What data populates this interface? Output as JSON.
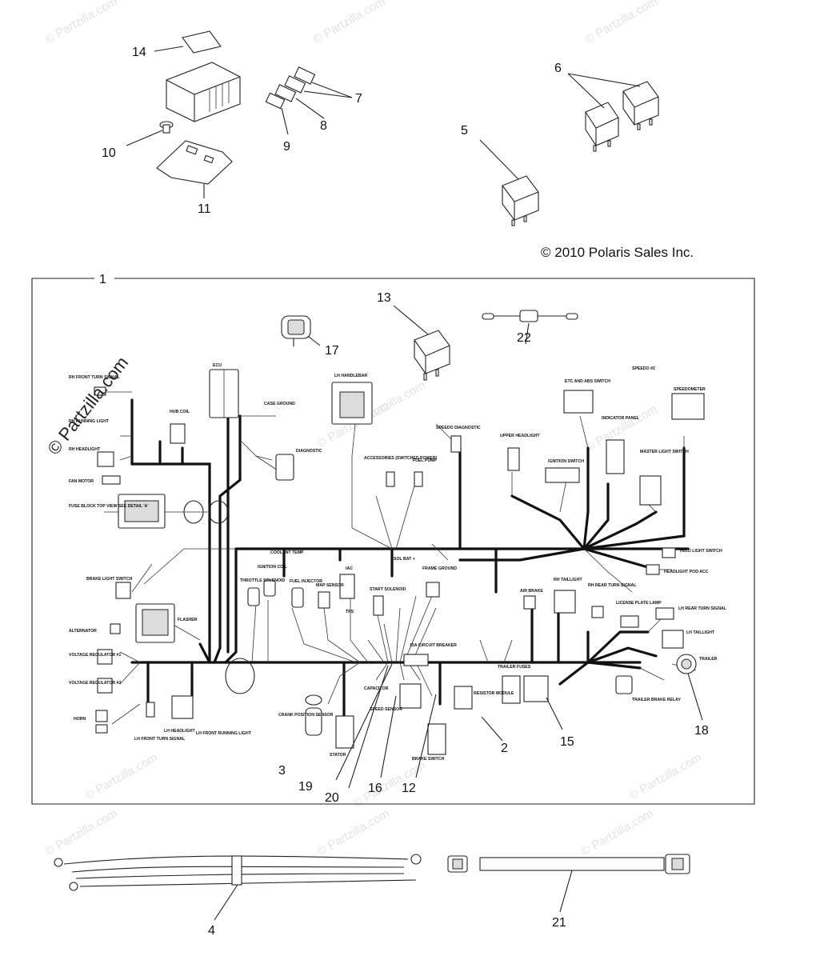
{
  "copyright": "© 2010 Polaris Sales Inc.",
  "watermark_main": "© Partzilla.com",
  "watermark_faint": "© Partzilla.com",
  "callouts": {
    "c1": "1",
    "c2": "2",
    "c3": "3",
    "c4": "4",
    "c5": "5",
    "c6": "6",
    "c7": "7",
    "c8": "8",
    "c9": "9",
    "c10": "10",
    "c11": "11",
    "c12": "12",
    "c13": "13",
    "c14": "14",
    "c15": "15",
    "c16": "16",
    "c17": "17",
    "c18": "18",
    "c19": "19",
    "c20": "20",
    "c21": "21",
    "c22": "22"
  },
  "labels": {
    "rh_front_turn": "RH FRONT TURN SIGNAL",
    "rh_headlight": "RH HEADLIGHT",
    "rh_running": "RH RUNNING LIGHT",
    "hub_coil": "HUB COIL",
    "fan_motor": "FAN MOTOR",
    "fuse_block": "FUSE BLOCK TOP VIEW SEE DETAIL 'A'",
    "ecu": "ECU",
    "case_ground": "CASE GROUND",
    "diagnostic": "DIAGNOSTIC",
    "lh_handlebar": "LH HANDLEBAR",
    "accessories": "ACCESSORIES (SWITCHED POWER)",
    "fuel_pump": "FUEL PUMP",
    "speedo_diag": "SPEEDO DIAGNOSTIC",
    "upper_headlight": "UPPER HEADLIGHT",
    "ignition_switch": "IGNITION SWITCH",
    "etc_abs": "ETC AND ABS SWITCH",
    "indicator_panel": "INDICATOR PANEL",
    "speedo2": "SPEEDO #2",
    "speedometer": "SPEEDOMETER",
    "master_light": "MASTER LIGHT SWITCH",
    "hi_lo": "HI/LO LIGHT SWITCH",
    "headlight_pod": "HEADLIGHT POD ACC",
    "brake_light": "BRAKE LIGHT SWITCH",
    "coolant_temp": "COOLANT TEMP",
    "ignition_coil": "IGNITION COIL",
    "throttle_solenoid": "THROTTLE SOLENOID",
    "fuel_injector": "FUEL INJECTOR",
    "map_sensor": "MAP SENSOR",
    "iac": "IAC",
    "tps": "TPS",
    "start_solenoid": "START SOLENOID",
    "sol_bat": "SOL BAT +",
    "frame_ground": "FRAME GROUND",
    "air_brake": "AIR BRAKE",
    "rh_taillight": "RH TAILLIGHT",
    "rh_rear_turn": "RH REAR TURN SIGNAL",
    "license_plate": "LICENSE PLATE LAMP",
    "lh_rear_turn": "LH REAR TURN SIGNAL",
    "lh_taillight": "LH TAILLIGHT",
    "trailer": "TRAILER",
    "trailer_brake": "TRAILER BRAKE RELAY",
    "trailer_fuses": "TRAILER FUSES",
    "alternator": "ALTERNATOR",
    "flasher": "FLASHER",
    "voltage_reg1": "VOLTAGE REGULATOR #1",
    "voltage_reg2": "VOLTAGE REGULATOR #2",
    "horn": "HORN",
    "lh_front_turn": "LH FRONT TURN SIGNAL",
    "lh_headlight": "LH HEADLIGHT",
    "lh_front_running": "LH FRONT RUNNING LIGHT",
    "crank": "CRANK POSITION SENSOR",
    "stator": "STATOR",
    "capacitor": "CAPACITOR",
    "speed_sensor": "SPEED SENSOR",
    "circuit_breaker": "15A CIRCUIT BREAKER",
    "resistor_module": "RESISTOR MODULE",
    "brake_switch": "BRAKE SWITCH"
  }
}
